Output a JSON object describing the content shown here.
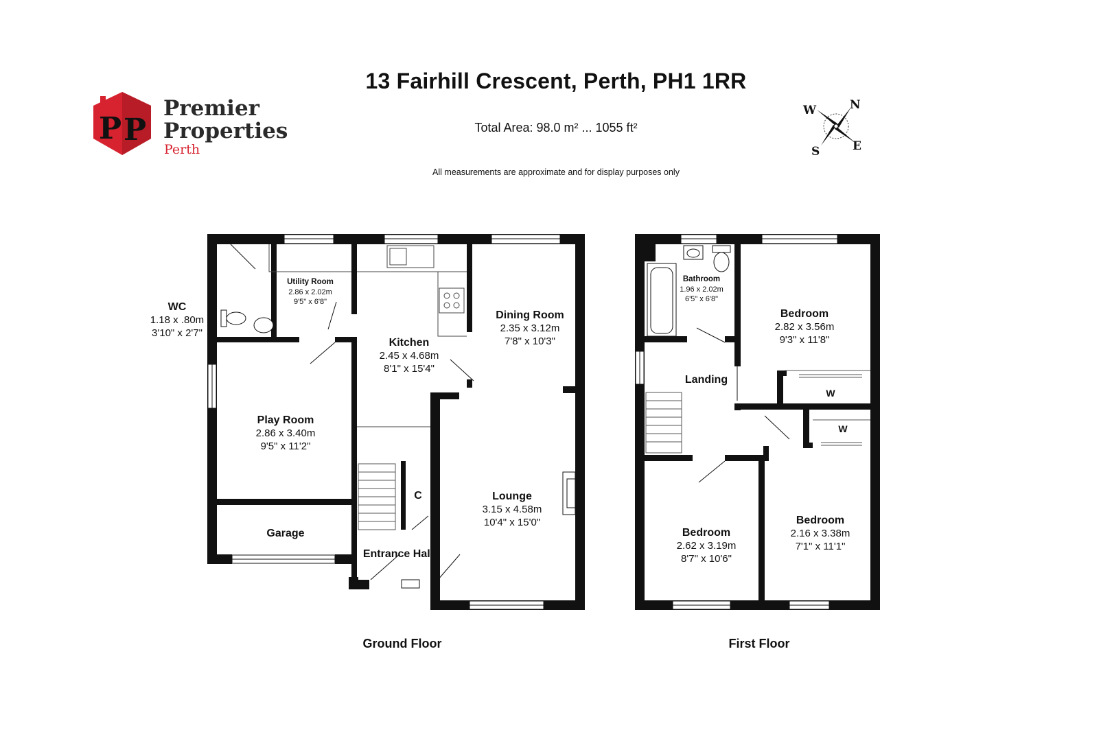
{
  "header": {
    "address": "13 Fairhill Crescent, Perth, PH1 1RR",
    "total_area": "Total Area: 98.0 m² ... 1055 ft²",
    "disclaimer": "All measurements are approximate and for display purposes only"
  },
  "brand": {
    "line1": "Premier",
    "line2": "Properties",
    "line3": "Perth",
    "logo_letters": "P P",
    "accent_color": "#d72330"
  },
  "compass": {
    "n": "N",
    "s": "S",
    "e": "E",
    "w": "W"
  },
  "ground_floor": {
    "label": "Ground Floor",
    "rooms": {
      "wc": {
        "name": "WC",
        "metric": "1.18 x .80m",
        "imperial": "3'10\" x 2'7\""
      },
      "utility": {
        "name": "Utility Room",
        "metric": "2.86 x 2.02m",
        "imperial": "9'5\" x 6'8\""
      },
      "kitchen": {
        "name": "Kitchen",
        "metric": "2.45 x 4.68m",
        "imperial": "8'1\" x 15'4\""
      },
      "dining": {
        "name": "Dining Room",
        "metric": "2.35 x 3.12m",
        "imperial": "7'8\" x 10'3\""
      },
      "play": {
        "name": "Play Room",
        "metric": "2.86 x 3.40m",
        "imperial": "9'5\" x 11'2\""
      },
      "lounge": {
        "name": "Lounge",
        "metric": "3.15 x 4.58m",
        "imperial": "10'4\" x 15'0\""
      },
      "garage": {
        "name": "Garage"
      },
      "cupboard": {
        "name": "C"
      },
      "hall": {
        "name": "Entrance Hall"
      }
    }
  },
  "first_floor": {
    "label": "First Floor",
    "rooms": {
      "bathroom": {
        "name": "Bathroom",
        "metric": "1.96 x 2.02m",
        "imperial": "6'5\" x 6'8\""
      },
      "bedroom1": {
        "name": "Bedroom",
        "metric": "2.82 x 3.56m",
        "imperial": "9'3\" x 11'8\""
      },
      "landing": {
        "name": "Landing"
      },
      "wardrobe1": {
        "name": "W"
      },
      "wardrobe2": {
        "name": "W"
      },
      "bedroom2": {
        "name": "Bedroom",
        "metric": "2.62 x 3.19m",
        "imperial": "8'7\" x 10'6\""
      },
      "bedroom3": {
        "name": "Bedroom",
        "metric": "2.16 x 3.38m",
        "imperial": "7'1\" x 11'1\""
      }
    }
  }
}
